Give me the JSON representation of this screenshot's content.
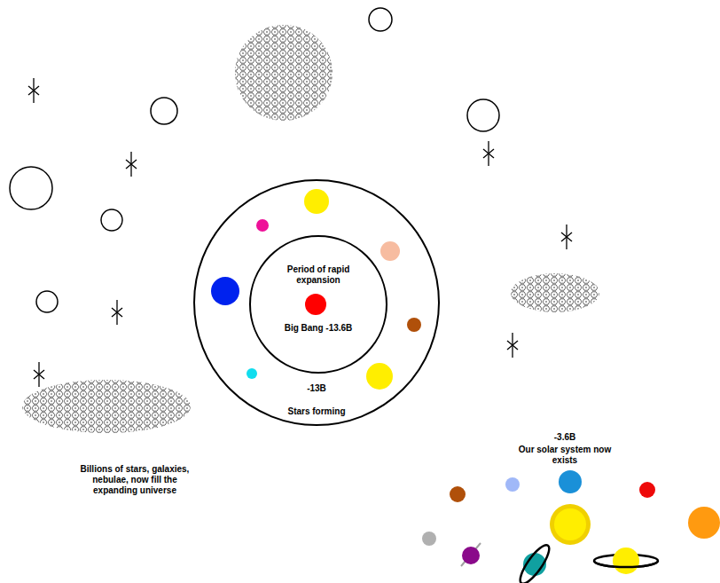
{
  "diagram": {
    "nodes": [
      {
        "text": [
          "-13B",
          "Stars forming"
        ]
      },
      {
        "text": [
          "Period of rapid expansion",
          "Big Bang -13.6B"
        ],
        "in": 0
      }
    ],
    "labels": [
      "Billions of stars, galaxies, nebulae, now fill the expanding universe",
      "-3.6B",
      "Our solar system now exists"
    ]
  }
}
